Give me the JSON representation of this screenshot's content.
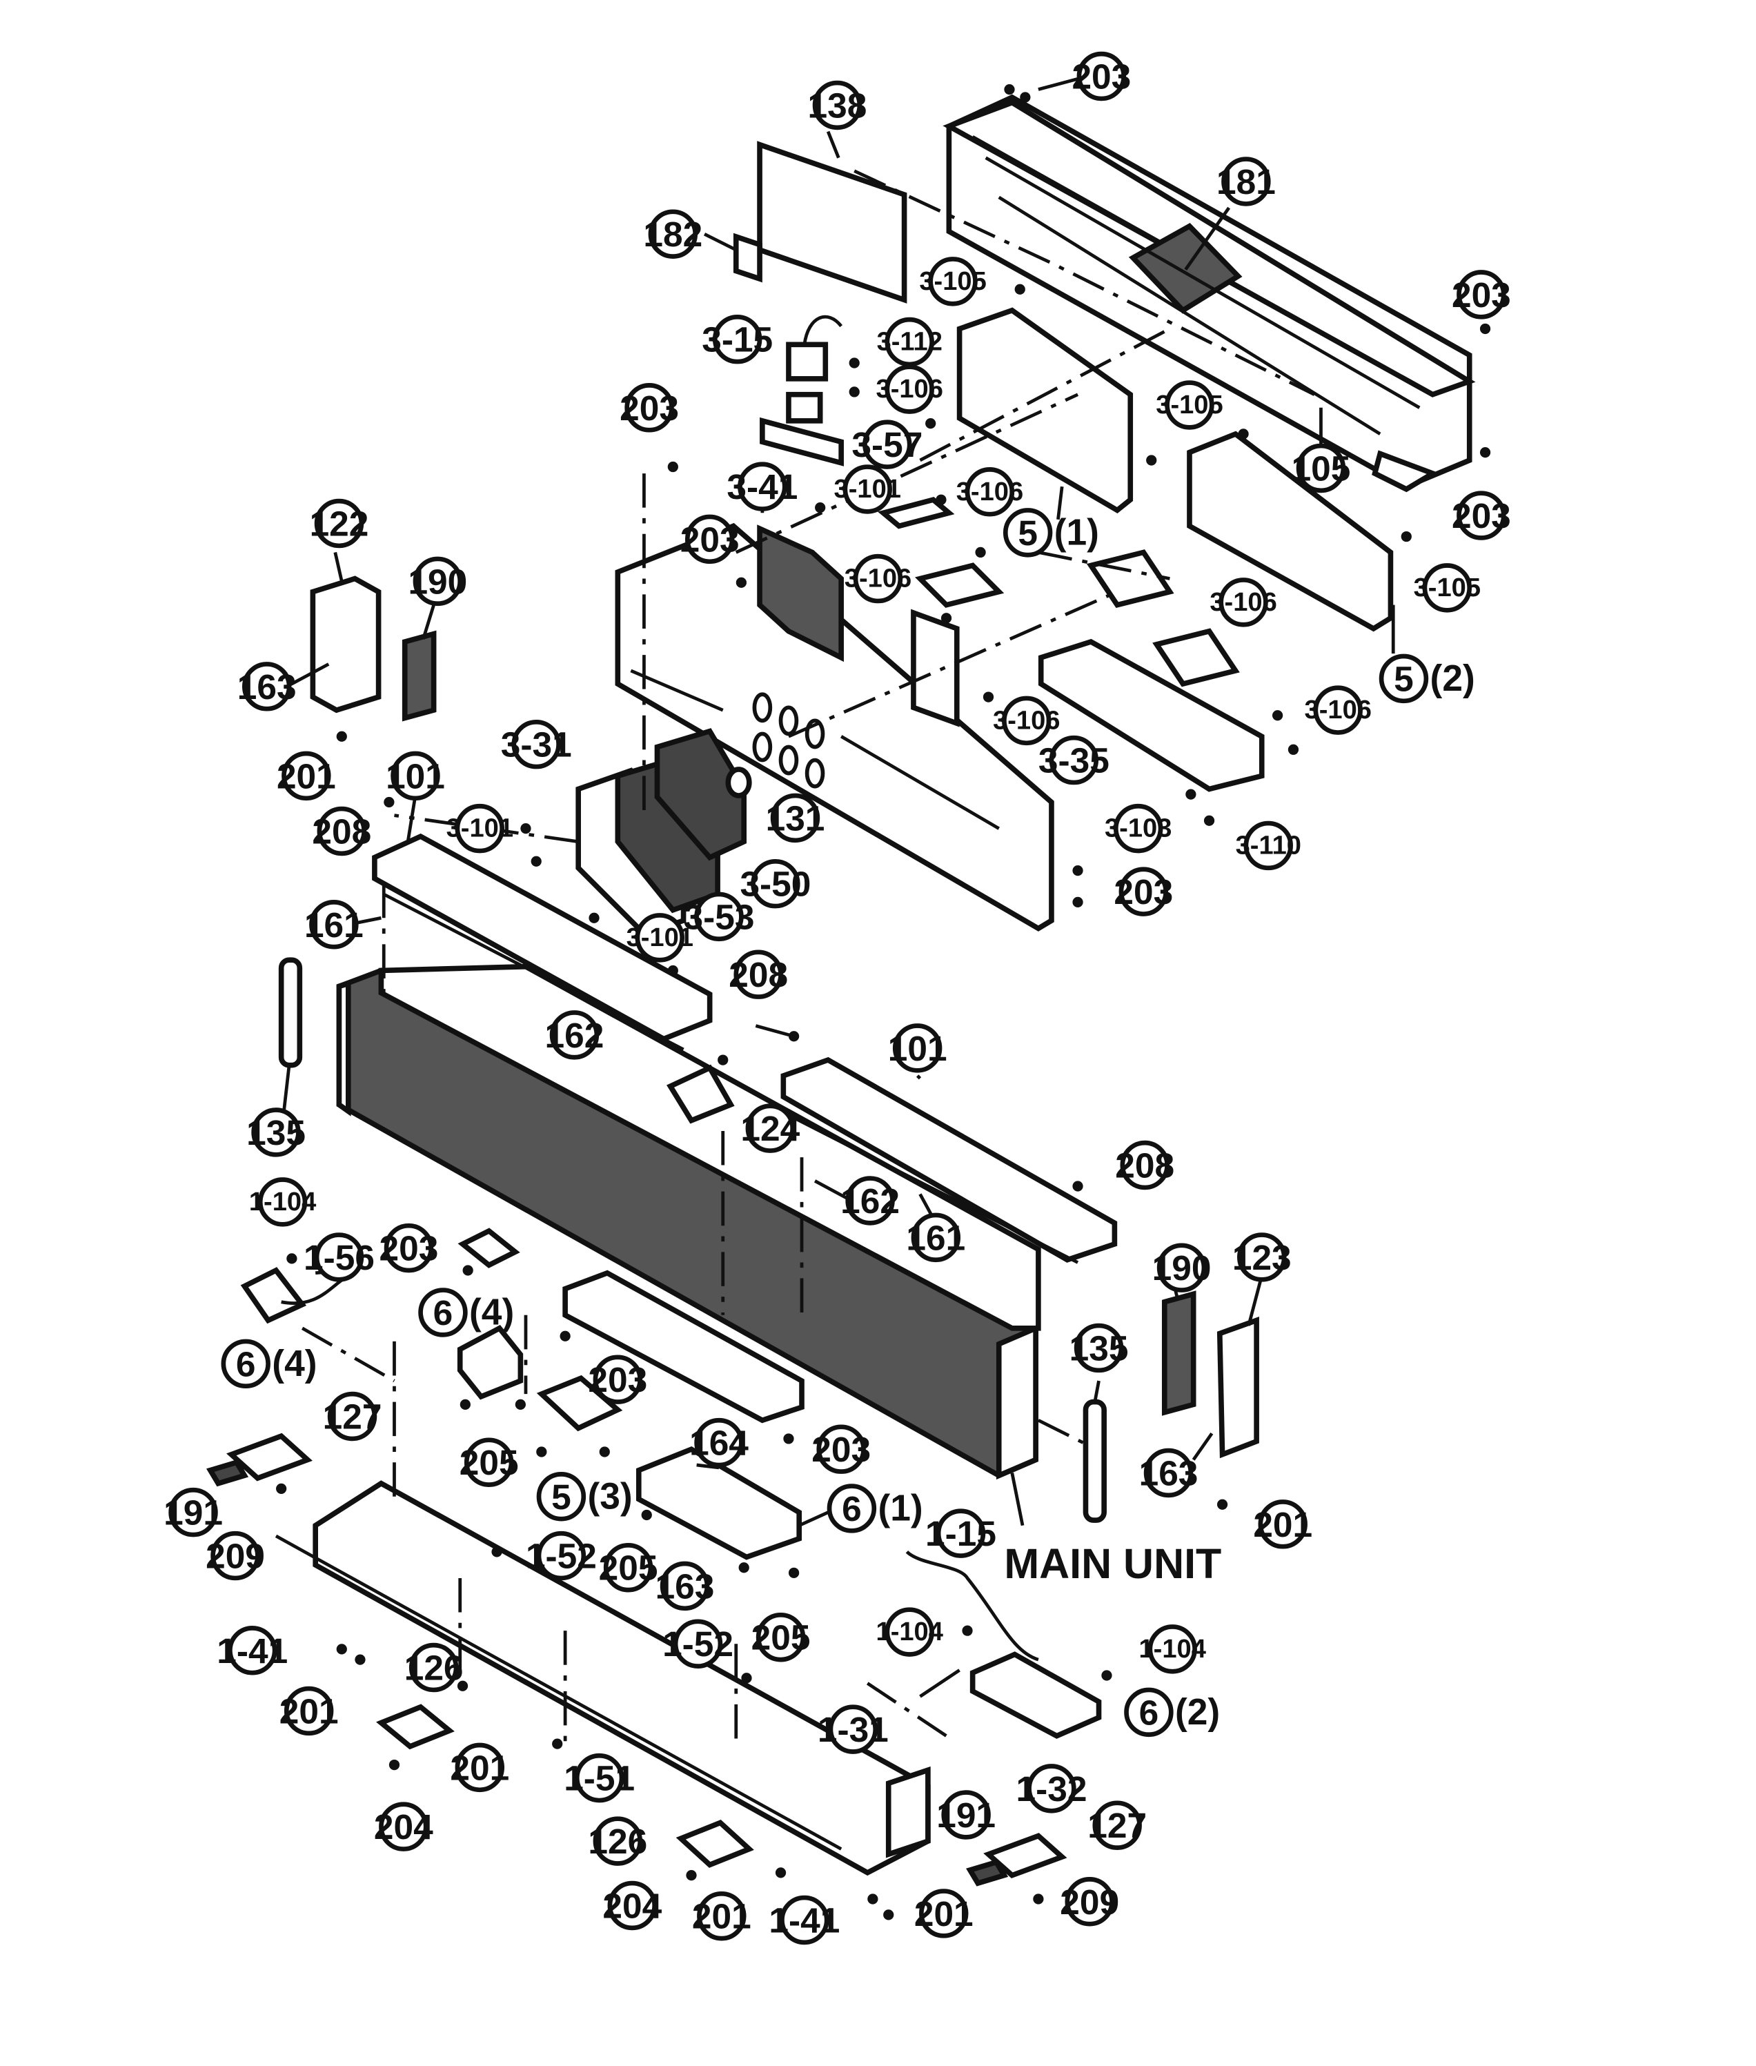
{
  "main_unit_label": "MAIN UNIT",
  "callouts": [
    {
      "id": "c-203-a",
      "text": "203"
    },
    {
      "id": "c-138",
      "text": "138"
    },
    {
      "id": "c-181",
      "text": "181"
    },
    {
      "id": "c-182",
      "text": "182"
    },
    {
      "id": "c-3-105-a",
      "text": "3-105"
    },
    {
      "id": "c-203-b",
      "text": "203"
    },
    {
      "id": "c-3-15",
      "text": "3-15"
    },
    {
      "id": "c-3-112",
      "text": "3-112"
    },
    {
      "id": "c-3-106-a",
      "text": "3-106"
    },
    {
      "id": "c-3-105-b",
      "text": "3-105"
    },
    {
      "id": "c-203-c",
      "text": "203"
    },
    {
      "id": "c-3-57",
      "text": "3-57"
    },
    {
      "id": "c-105",
      "text": "105"
    },
    {
      "id": "c-203-d",
      "text": "203"
    },
    {
      "id": "c-3-41",
      "text": "3-41"
    },
    {
      "id": "c-3-101-a",
      "text": "3-101"
    },
    {
      "id": "c-3-106-b",
      "text": "3-106"
    },
    {
      "id": "c-5-1",
      "text": "5",
      "qty": "(1)"
    },
    {
      "id": "c-122",
      "text": "122"
    },
    {
      "id": "c-203-e",
      "text": "203"
    },
    {
      "id": "c-3-105-c",
      "text": "3-105"
    },
    {
      "id": "c-190-a",
      "text": "190"
    },
    {
      "id": "c-3-106-c",
      "text": "3-106"
    },
    {
      "id": "c-3-106-d",
      "text": "3-106"
    },
    {
      "id": "c-163-a",
      "text": "163"
    },
    {
      "id": "c-5-2",
      "text": "5",
      "qty": "(2)"
    },
    {
      "id": "c-3-106-e",
      "text": "3-106"
    },
    {
      "id": "c-3-106-f",
      "text": "3-106"
    },
    {
      "id": "c-201-a",
      "text": "201"
    },
    {
      "id": "c-3-31",
      "text": "3-31"
    },
    {
      "id": "c-3-35",
      "text": "3-35"
    },
    {
      "id": "c-101-a",
      "text": "101"
    },
    {
      "id": "c-208-a",
      "text": "208"
    },
    {
      "id": "c-3-101-b",
      "text": "3-101"
    },
    {
      "id": "c-131",
      "text": "131"
    },
    {
      "id": "c-3-103",
      "text": "3-103"
    },
    {
      "id": "c-3-110",
      "text": "3-110"
    },
    {
      "id": "c-3-50",
      "text": "3-50"
    },
    {
      "id": "c-203-f",
      "text": "203"
    },
    {
      "id": "c-3-53",
      "text": "3-53"
    },
    {
      "id": "c-161-a",
      "text": "161"
    },
    {
      "id": "c-3-101-c",
      "text": "3-101"
    },
    {
      "id": "c-208-b",
      "text": "208"
    },
    {
      "id": "c-162-a",
      "text": "162"
    },
    {
      "id": "c-101-b",
      "text": "101"
    },
    {
      "id": "c-124",
      "text": "124"
    },
    {
      "id": "c-135-a",
      "text": "135"
    },
    {
      "id": "c-208-c",
      "text": "208"
    },
    {
      "id": "c-162-b",
      "text": "162"
    },
    {
      "id": "c-161-b",
      "text": "161"
    },
    {
      "id": "c-1-104-a",
      "text": "1-104"
    },
    {
      "id": "c-203-g",
      "text": "203"
    },
    {
      "id": "c-1-56",
      "text": "1-56"
    },
    {
      "id": "c-190-b",
      "text": "190"
    },
    {
      "id": "c-123",
      "text": "123"
    },
    {
      "id": "c-6-4-a",
      "text": "6",
      "qty": "(4)"
    },
    {
      "id": "c-6-4-b",
      "text": "6",
      "qty": "(4)"
    },
    {
      "id": "c-135-b",
      "text": "135"
    },
    {
      "id": "c-203-h",
      "text": "203"
    },
    {
      "id": "c-127-a",
      "text": "127"
    },
    {
      "id": "c-205-a",
      "text": "205"
    },
    {
      "id": "c-203-i",
      "text": "203"
    },
    {
      "id": "c-163-b",
      "text": "163"
    },
    {
      "id": "c-164",
      "text": "164"
    },
    {
      "id": "c-5-3",
      "text": "5",
      "qty": "(3)"
    },
    {
      "id": "c-6-1",
      "text": "6",
      "qty": "(1)"
    },
    {
      "id": "c-191-a",
      "text": "191"
    },
    {
      "id": "c-201-b",
      "text": "201"
    },
    {
      "id": "c-209-a",
      "text": "209"
    },
    {
      "id": "c-1-52-a",
      "text": "1-52"
    },
    {
      "id": "c-205-b",
      "text": "205"
    },
    {
      "id": "c-1-15",
      "text": "1-15"
    },
    {
      "id": "c-163-c",
      "text": "163"
    },
    {
      "id": "c-205-c",
      "text": "205"
    },
    {
      "id": "c-1-104-b",
      "text": "1-104"
    },
    {
      "id": "c-1-41-a",
      "text": "1-41"
    },
    {
      "id": "c-1-52-b",
      "text": "1-52"
    },
    {
      "id": "c-1-104-c",
      "text": "1-104"
    },
    {
      "id": "c-201-c",
      "text": "201"
    },
    {
      "id": "c-126-a",
      "text": "126"
    },
    {
      "id": "c-6-2",
      "text": "6",
      "qty": "(2)"
    },
    {
      "id": "c-1-31",
      "text": "1-31"
    },
    {
      "id": "c-201-d",
      "text": "201"
    },
    {
      "id": "c-1-51",
      "text": "1-51"
    },
    {
      "id": "c-1-32",
      "text": "1-32"
    },
    {
      "id": "c-204-a",
      "text": "204"
    },
    {
      "id": "c-191-b",
      "text": "191"
    },
    {
      "id": "c-127-b",
      "text": "127"
    },
    {
      "id": "c-126-b",
      "text": "126"
    },
    {
      "id": "c-204-b",
      "text": "204"
    },
    {
      "id": "c-201-e",
      "text": "201"
    },
    {
      "id": "c-1-41-b",
      "text": "1-41"
    },
    {
      "id": "c-201-f",
      "text": "201"
    },
    {
      "id": "c-209-b",
      "text": "209"
    }
  ]
}
